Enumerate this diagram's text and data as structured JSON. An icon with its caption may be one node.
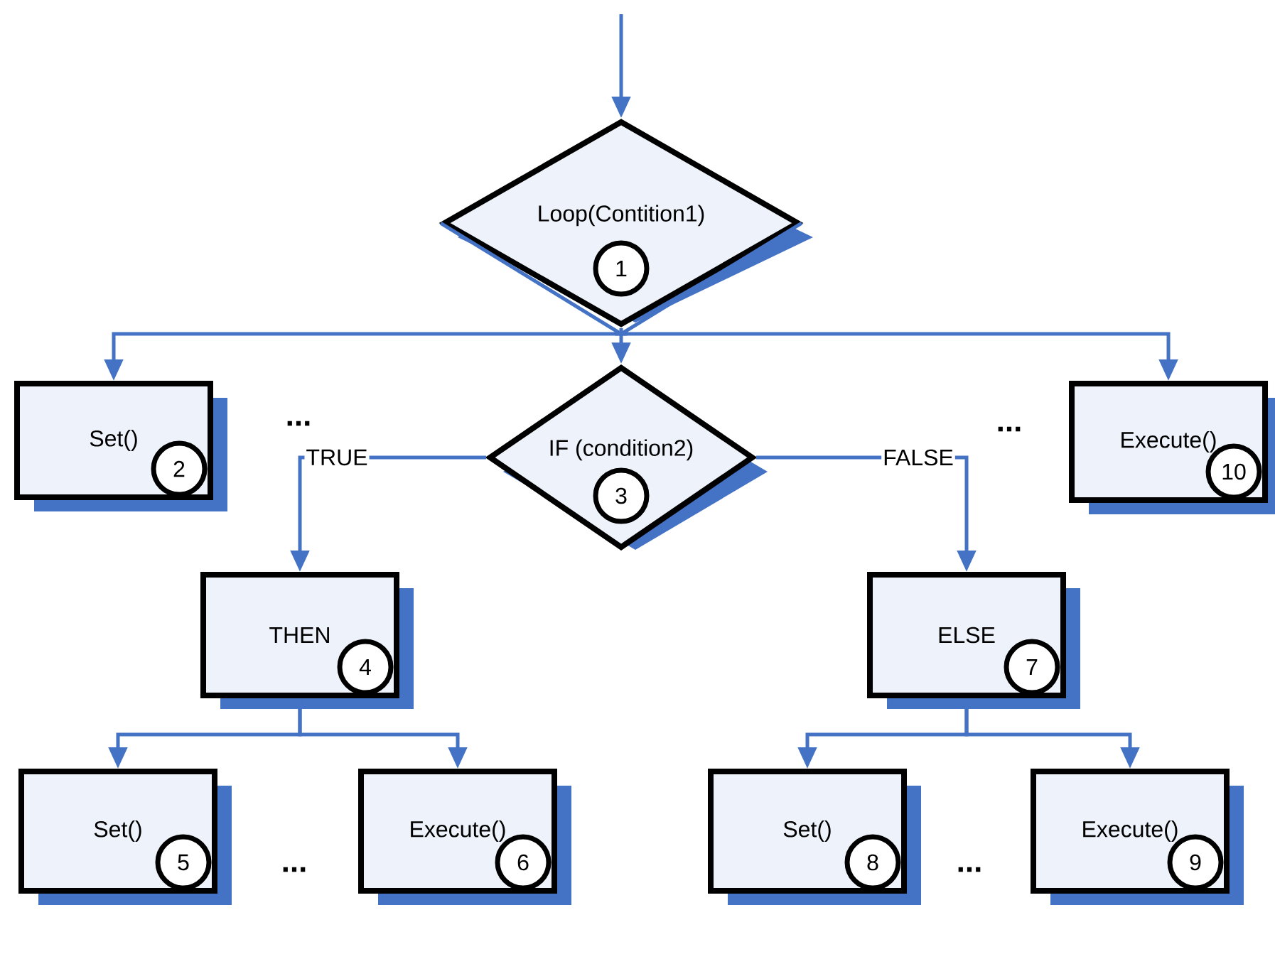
{
  "diagram": {
    "nodes": [
      {
        "text": [
          "Loop(Contition1)",
          "1"
        ]
      },
      {
        "text": [
          "Set()",
          "2"
        ]
      },
      {
        "text": [
          "IF (condition2)",
          "3"
        ]
      },
      {
        "text": [
          "Execute()",
          "10"
        ]
      },
      {
        "text": [
          "THEN",
          "4"
        ]
      },
      {
        "text": [
          "ELSE",
          "7"
        ]
      },
      {
        "text": [
          "Set()",
          "5"
        ]
      },
      {
        "text": [
          "Execute()",
          "6"
        ]
      },
      {
        "text": [
          "Set()",
          "8"
        ]
      },
      {
        "text": [
          "Execute()",
          "9"
        ]
      }
    ],
    "edges": [
      {
        "from": null,
        "to": 0,
        "arrow": "to"
      },
      {
        "from": 0,
        "to": 1,
        "arrow": "to"
      },
      {
        "from": 0,
        "to": 2,
        "arrow": "to"
      },
      {
        "from": 0,
        "to": 3,
        "arrow": "to"
      },
      {
        "from": 2,
        "to": 4,
        "arrow": "to",
        "label": "TRUE"
      },
      {
        "from": 2,
        "to": 5,
        "arrow": "to",
        "label": "FALSE"
      },
      {
        "from": 4,
        "to": 6,
        "arrow": "to"
      },
      {
        "from": 4,
        "to": 7,
        "arrow": "to"
      },
      {
        "from": 5,
        "to": 8,
        "arrow": "to"
      },
      {
        "from": 5,
        "to": 9,
        "arrow": "to"
      }
    ],
    "labels": [
      "...",
      "...",
      "...",
      "..."
    ]
  }
}
